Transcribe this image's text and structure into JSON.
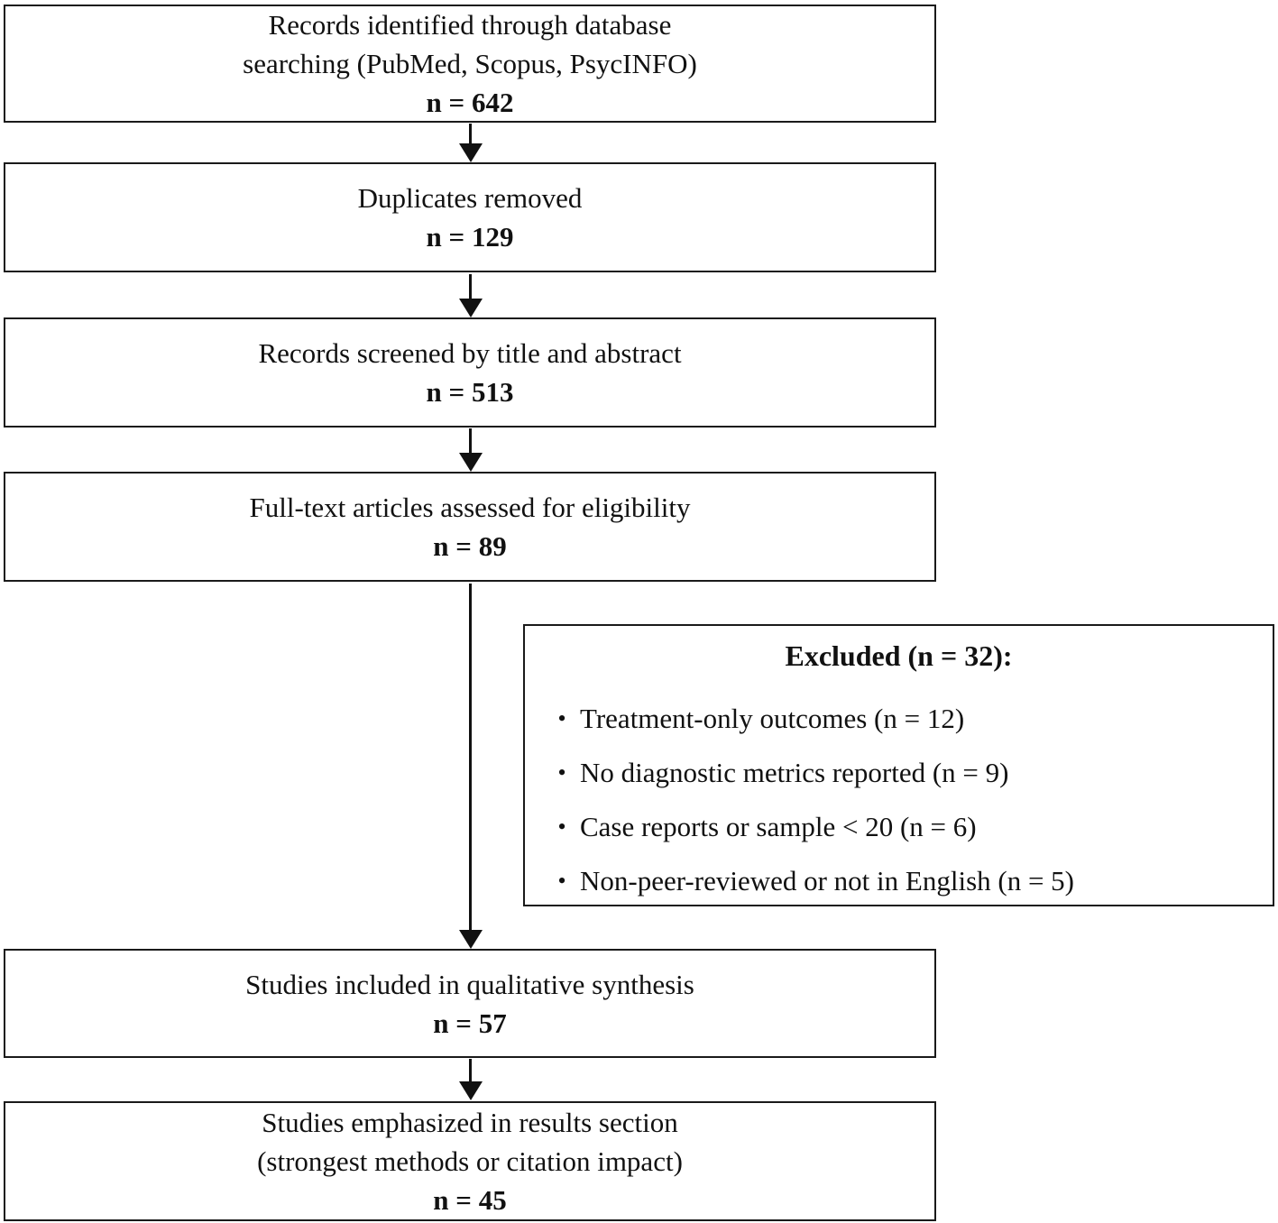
{
  "figure": {
    "background": "#ffffff",
    "border_color": "#1a1a1a",
    "text_color": "#111111"
  },
  "flow": {
    "boxes": [
      {
        "lines": [
          "Records identified through database",
          "searching (PubMed, Scopus, PsycINFO)"
        ],
        "count": "n = 642"
      },
      {
        "lines": [
          "Duplicates removed"
        ],
        "count": "n = 129"
      },
      {
        "lines": [
          "Records screened by title and abstract"
        ],
        "count": "n = 513"
      },
      {
        "lines": [
          "Full-text articles assessed for eligibility"
        ],
        "count": "n = 89"
      },
      {
        "lines": [
          "Studies included in qualitative synthesis"
        ],
        "count": "n = 57"
      },
      {
        "lines": [
          "Studies emphasized in results section",
          "(strongest methods or citation impact)"
        ],
        "count": "n = 45"
      }
    ],
    "excluded": {
      "title": "Excluded (n = 32):",
      "bullet_glyph": "•",
      "items": [
        "Treatment-only outcomes (n = 12)",
        "No diagnostic metrics reported (n = 9)",
        "Case reports or sample < 20 (n = 6)",
        "Non-peer-reviewed or not in English (n = 5)"
      ]
    }
  }
}
